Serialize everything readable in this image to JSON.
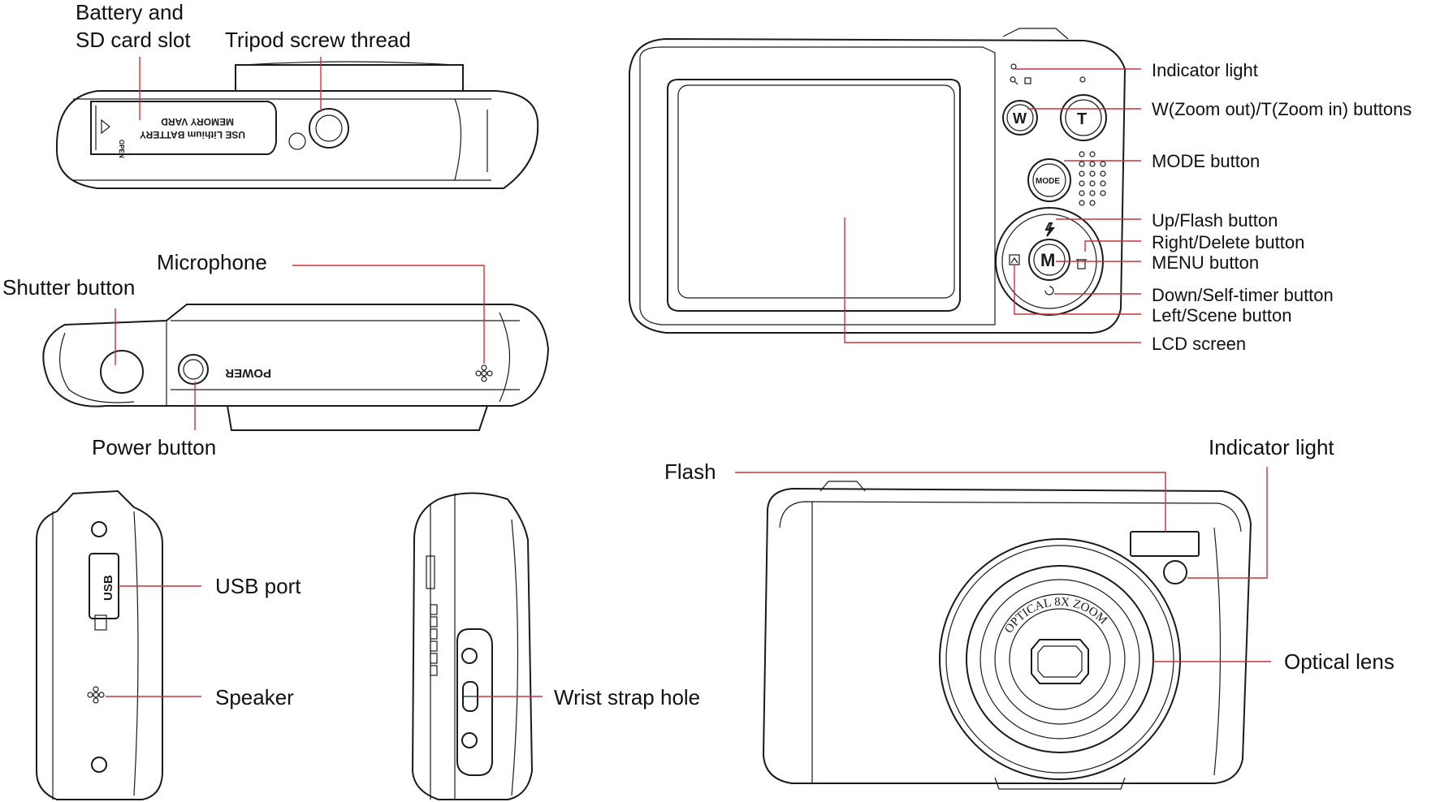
{
  "colors": {
    "leader": "#c8323c",
    "line": "#1a1a1a",
    "background": "#ffffff",
    "text": "#111111"
  },
  "labels": {
    "battery_line1": "Battery   and",
    "battery_line2": "SD card slot",
    "tripod": "Tripod screw thread",
    "microphone": "Microphone",
    "shutter": "Shutter button",
    "power": "Power button",
    "usb": "USB port",
    "speaker": "Speaker",
    "wrist_strap": "Wrist strap hole",
    "flash": "Flash",
    "indicator_front": "Indicator light",
    "optical_lens": "Optical lens",
    "indicator_back": "Indicator light",
    "zoom_buttons": "W(Zoom out)/T(Zoom in) buttons",
    "mode_button": "MODE button",
    "up_flash": "Up/Flash button",
    "right_delete": "Right/Delete button",
    "menu": "MENU button",
    "down_timer": "Down/Self-timer button",
    "left_scene": "Left/Scene button",
    "lcd": "LCD screen"
  },
  "printed": {
    "open": "OPEN",
    "battery_text1": "USE Lithium BATTERY",
    "battery_text2": "MEMORY VARD",
    "power": "POWER",
    "usb": "USB",
    "lens_ring": "OPTICAL 8X ZOOM",
    "btn_w": "W",
    "btn_t": "T",
    "btn_mode": "MODE",
    "btn_m": "M"
  },
  "icons": [
    "flash-icon",
    "trash-icon",
    "self-timer-icon",
    "scene-icon",
    "magnify-icon",
    "speaker-holes-icon"
  ]
}
